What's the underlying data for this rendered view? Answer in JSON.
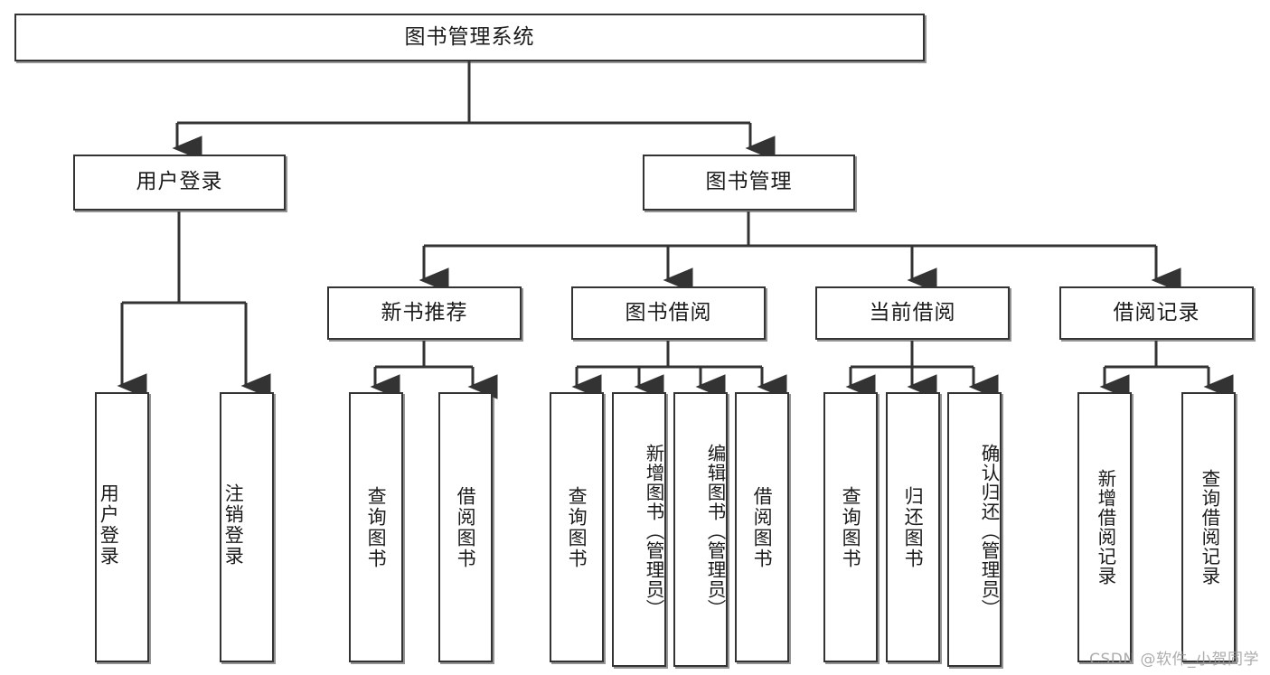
{
  "diagram": {
    "type": "tree",
    "title": "图书管理系统",
    "root": {
      "label": "图书管理系统"
    },
    "level2": [
      {
        "label": "用户登录"
      },
      {
        "label": "图书管理"
      }
    ],
    "level3": [
      {
        "label": "新书推荐"
      },
      {
        "label": "图书借阅"
      },
      {
        "label": "当前借阅"
      },
      {
        "label": "借阅记录"
      }
    ],
    "leaves": {
      "user_login": [
        {
          "label": "用户登录"
        },
        {
          "label": "注销登录"
        }
      ],
      "new_book_recommend": [
        {
          "label": "查询图书"
        },
        {
          "label": "借阅图书"
        }
      ],
      "book_borrow": [
        {
          "label": "查询图书"
        },
        {
          "label": "新增图书（管理员）"
        },
        {
          "label": "编辑图书（管理员）"
        },
        {
          "label": "借阅图书"
        }
      ],
      "current_borrow": [
        {
          "label": "查询图书"
        },
        {
          "label": "归还图书"
        },
        {
          "label": "确认归还（管理员）"
        }
      ],
      "borrow_record": [
        {
          "label": "新增借阅记录"
        },
        {
          "label": "查询借阅记录"
        }
      ]
    }
  },
  "watermark": {
    "text": "CSDN @软件_小贺同学"
  },
  "colors": {
    "box_border": "#333333",
    "box_fill": "#ffffff",
    "line": "#333333",
    "text": "#1b1b1b",
    "watermark": "#9a9a9a"
  }
}
